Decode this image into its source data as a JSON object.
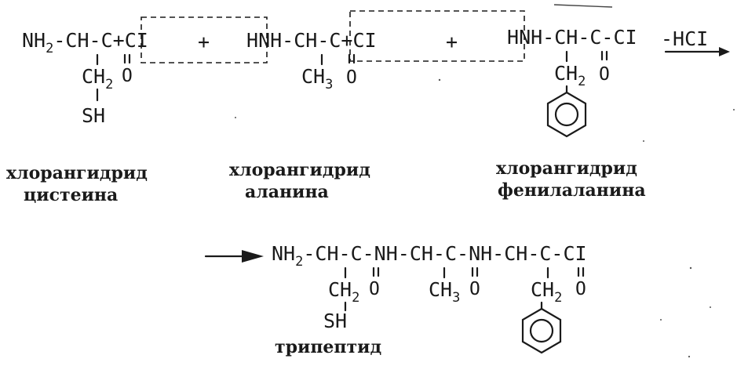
{
  "reactants": [
    {
      "main_prefix": "NH",
      "main_sub": "2",
      "main_chain": "-CH-C",
      "main_sep": "+",
      "main_tail": "CI",
      "side_chain": "CH",
      "side_sub": "2",
      "carbonyl_o": "O",
      "side_group": "SH",
      "name_line1": "хлорангидрид",
      "name_line2": "цистеина"
    },
    {
      "main_prefix": "H",
      "main_chain": "NH-CH-C",
      "main_sep": "+",
      "main_tail": "CI",
      "side_chain": "CH",
      "side_sub": "3",
      "carbonyl_o": "O",
      "name_line1": "хлорангидрид",
      "name_line2": "аланина"
    },
    {
      "main_prefix": "H",
      "main_chain": "NH-CH-C-CI",
      "side_chain": "CH",
      "side_sub": "2",
      "carbonyl_o": "O",
      "side_group": "phenyl-ring-icon",
      "name_line1": "хлорангидрид",
      "name_line2": "фенилаланина"
    }
  ],
  "plus_signs": [
    "+",
    "+"
  ],
  "byproduct": "-HCI",
  "product": {
    "main_prefix": "NH",
    "main_sub": "2",
    "main_chain": "-CH-C-NH-CH-C-NH-CH-C-CI",
    "side_1": "CH",
    "side_1_sub": "2",
    "side_1_group": "SH",
    "side_2": "CH",
    "side_2_sub": "3",
    "side_3": "CH",
    "side_3_sub": "2",
    "side_3_group": "phenyl-ring-icon",
    "carbonyl_o": "O",
    "name": "трипептид"
  },
  "arrow_icon": "right-arrow-icon"
}
